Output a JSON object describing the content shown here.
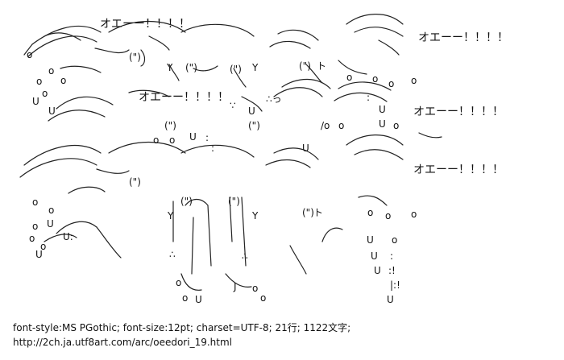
{
  "art": {
    "shouts": [
      {
        "id": "top",
        "text": "オエーー！！！！"
      },
      {
        "id": "upper-right",
        "text": "オエーー！！！！"
      },
      {
        "id": "middle",
        "text": "オエーー！！！！"
      },
      {
        "id": "right-middle",
        "text": "オエーー！！！！"
      },
      {
        "id": "lower-right",
        "text": "オエーー！！！！"
      }
    ]
  },
  "footer": {
    "meta": "font-style:MS PGothic; font-size:12pt; charset=UTF-8; 21行; 1122文字;",
    "url": "http://2ch.ja.utf8art.com/arc/oeedori_19.html"
  }
}
